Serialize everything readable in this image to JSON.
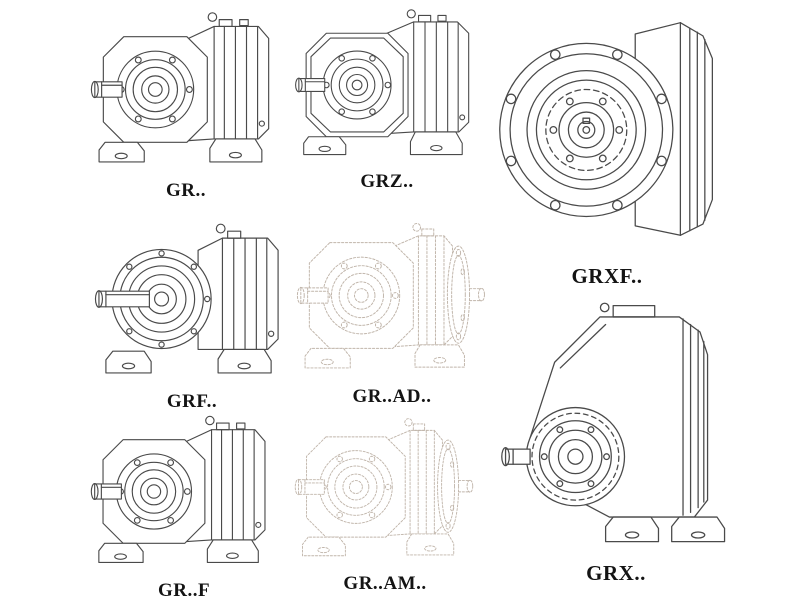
{
  "figures": [
    {
      "id": "gr",
      "label": "GR..",
      "style": "solid"
    },
    {
      "id": "grz",
      "label": "GRZ..",
      "style": "solid"
    },
    {
      "id": "grxf",
      "label": "GRXF..",
      "style": "solid"
    },
    {
      "id": "grf",
      "label": "GRF..",
      "style": "solid"
    },
    {
      "id": "grad",
      "label": "GR..AD..",
      "style": "faded"
    },
    {
      "id": "grff",
      "label": "GR..F",
      "style": "solid"
    },
    {
      "id": "gram",
      "label": "GR..AM..",
      "style": "faded"
    },
    {
      "id": "grx",
      "label": "GRX..",
      "style": "solid"
    }
  ],
  "colors": {
    "line": "#4a4a4a",
    "faded_line": "#c0b5aa",
    "background": "#ffffff",
    "label_text": "#141414"
  }
}
